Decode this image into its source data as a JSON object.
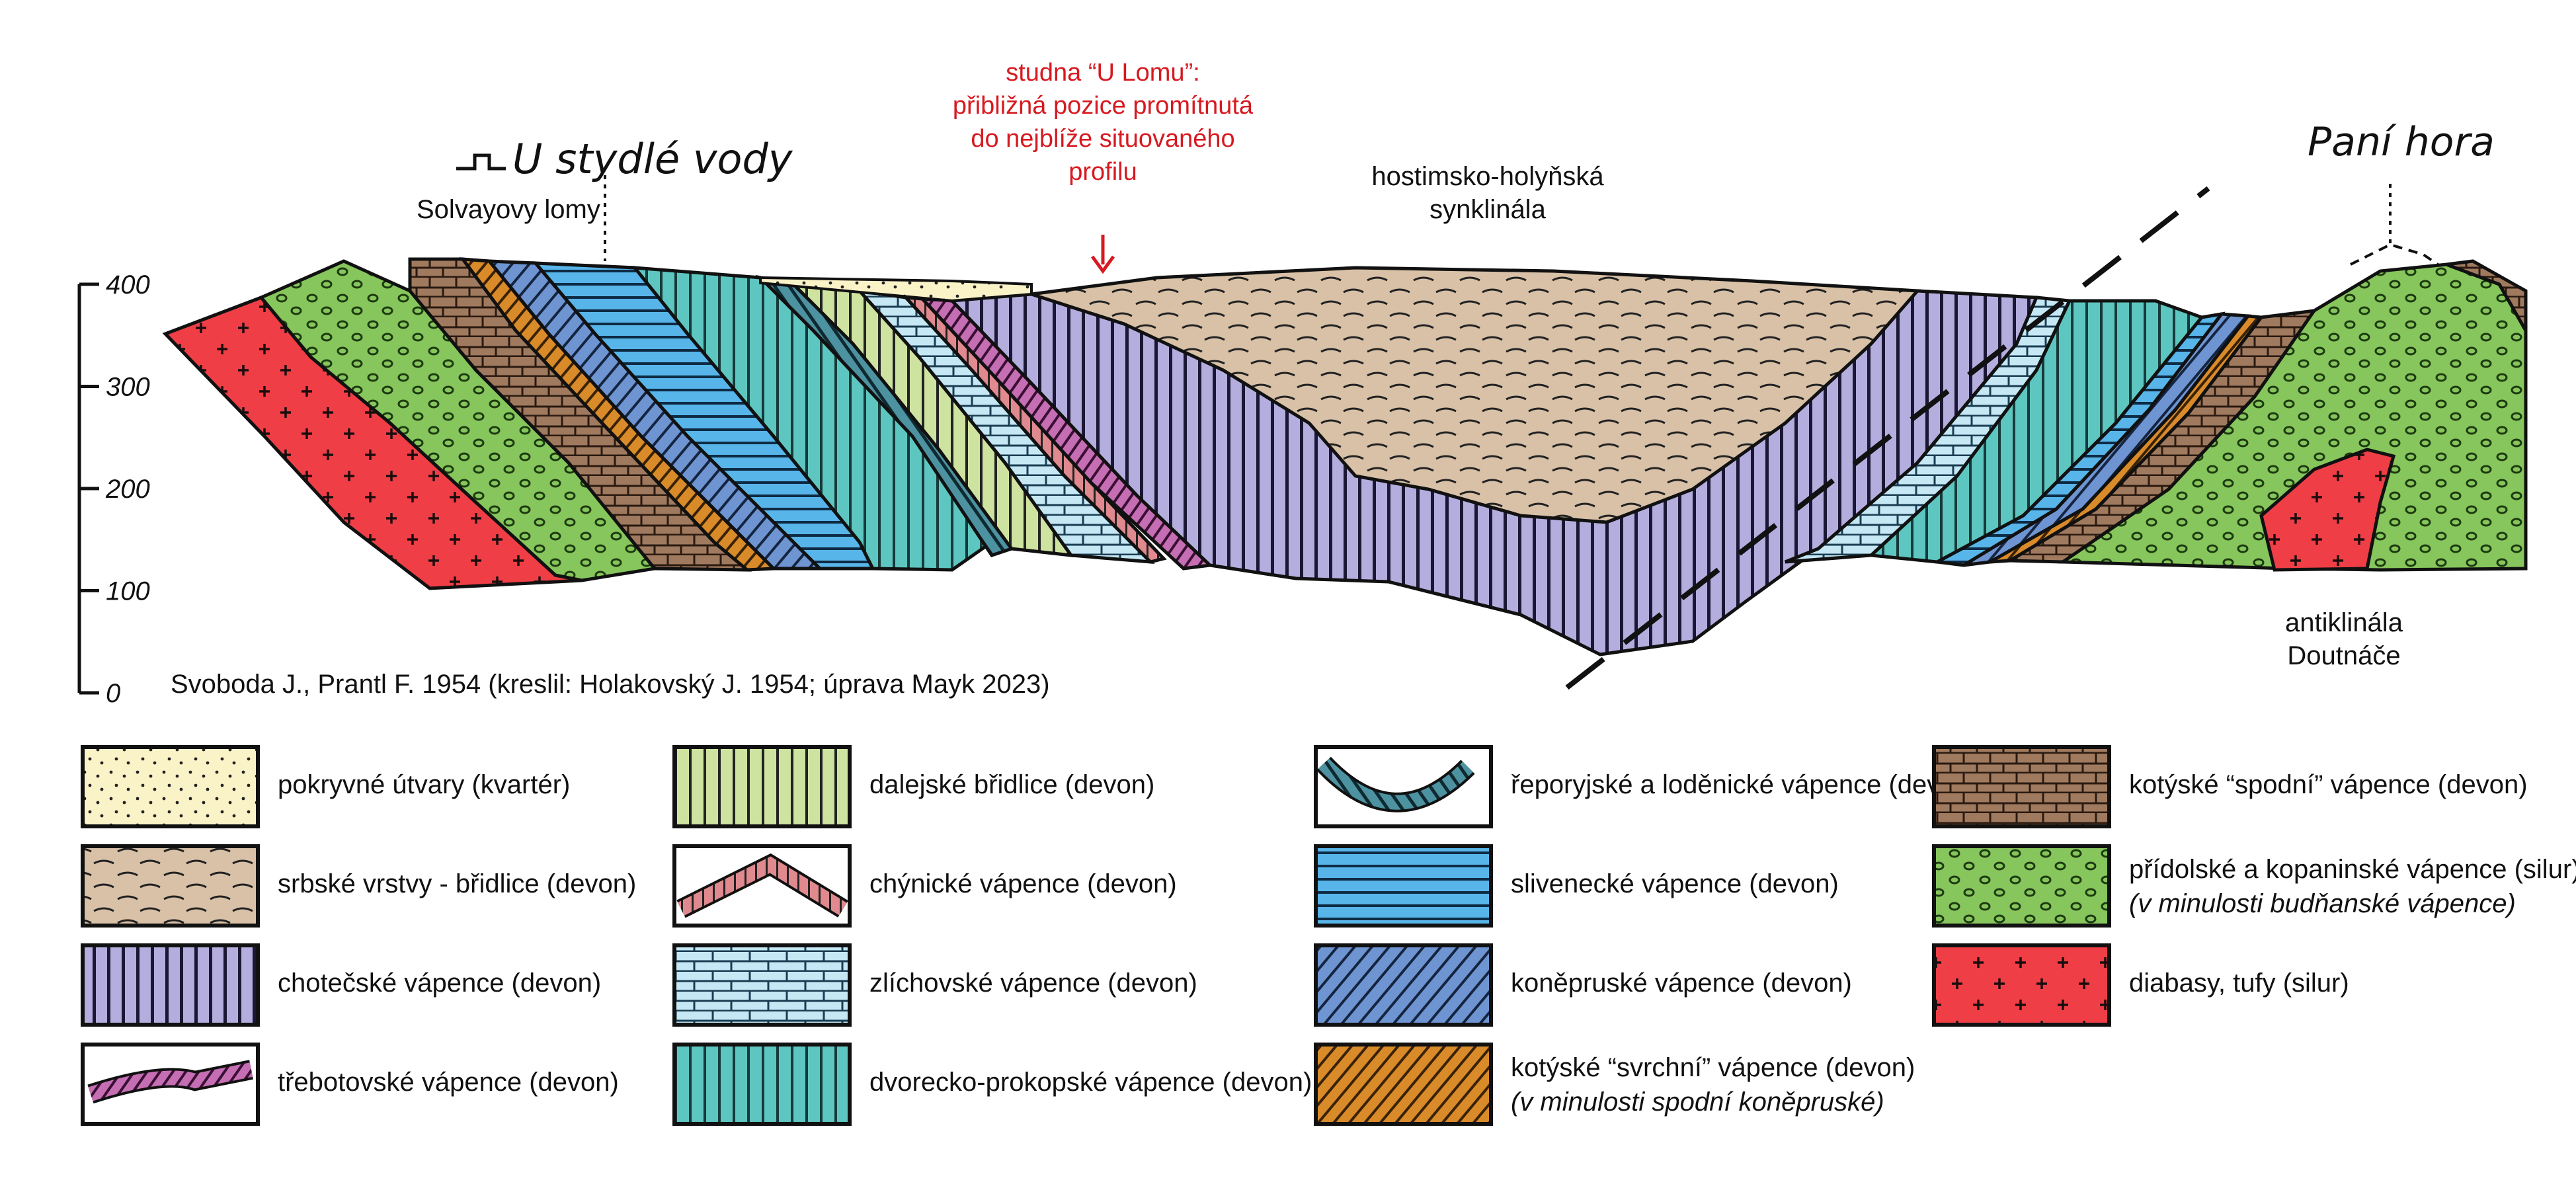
{
  "figure": {
    "credit": "Svoboda J., Prantl F. 1954 (kreslil: Holakovský J. 1954; úprava Mayk 2023)"
  },
  "annotations": {
    "u_stydle_vody": "U stydlé vody",
    "solvay": "Solvayovy lomy",
    "studna": [
      "studna “U Lomu”:",
      "přibližná pozice promítnutá",
      "do nejblíže situovaného",
      "profilu"
    ],
    "syncline": [
      "hostimsko-holyňská",
      "synklinála"
    ],
    "pani_hora": "Paní hora",
    "anticline": [
      "antiklinála",
      "Doutnáče"
    ]
  },
  "colors": {
    "red_annotation": "#d71920",
    "quaternary": "#fbf3c8",
    "srbsko": "#d8c1a7",
    "chotec": "#b4aedf",
    "trebotov": "#c56eb3",
    "dalejsko": "#cfe3a0",
    "chynice": "#e0898f",
    "zlichov": "#c6e8f5",
    "dvorce": "#5ec6c0",
    "reporyje": "#4d92a1",
    "slivenec": "#58b5ea",
    "konepruse": "#6e95d2",
    "kotys_upper": "#d98b2a",
    "kotys_lower": "#a07a5f",
    "pridoli": "#86c65c",
    "diabase": "#ef3e46"
  },
  "axis": {
    "ticks": [
      {
        "label": "400",
        "value": 400
      },
      {
        "label": "300",
        "value": 300
      },
      {
        "label": "200",
        "value": 200
      },
      {
        "label": "100",
        "value": 100
      },
      {
        "label": "0",
        "value": 0
      }
    ]
  },
  "legend": [
    {
      "id": "quaternary",
      "label": "pokryvné útvary (kvartér)",
      "label2": ""
    },
    {
      "id": "srbsko",
      "label": "srbské vrstvy - břidlice (devon)",
      "label2": ""
    },
    {
      "id": "chotec",
      "label": "chotečské vápence (devon)",
      "label2": ""
    },
    {
      "id": "trebotov",
      "label": "třebotovské vápence (devon)",
      "label2": ""
    },
    {
      "id": "dalejsko",
      "label": "dalejské břidlice (devon)",
      "label2": ""
    },
    {
      "id": "chynice",
      "label": "chýnické vápence (devon)",
      "label2": ""
    },
    {
      "id": "zlichov",
      "label": "zlíchovské vápence (devon)",
      "label2": ""
    },
    {
      "id": "dvorce",
      "label": "dvorecko-prokopské vápence (devon)",
      "label2": ""
    },
    {
      "id": "reporyje",
      "label": "řeporyjské a loděnické vápence (devon)",
      "label2": ""
    },
    {
      "id": "slivenec",
      "label": "slivenecké vápence (devon)",
      "label2": ""
    },
    {
      "id": "konepruse",
      "label": "koněpruské vápence (devon)",
      "label2": ""
    },
    {
      "id": "kotys_upper",
      "label": "kotýské “svrchní” vápence (devon)",
      "label2": "(v minulosti spodní koněpruské)"
    },
    {
      "id": "kotys_lower",
      "label": "kotýské “spodní” vápence (devon)",
      "label2": ""
    },
    {
      "id": "pridoli",
      "label": "přídolské a kopaninské vápence (silur)",
      "label2": "(v minulosti budňanské vápence)"
    },
    {
      "id": "diabase",
      "label": "diabasy, tufy (silur)",
      "label2": ""
    }
  ]
}
